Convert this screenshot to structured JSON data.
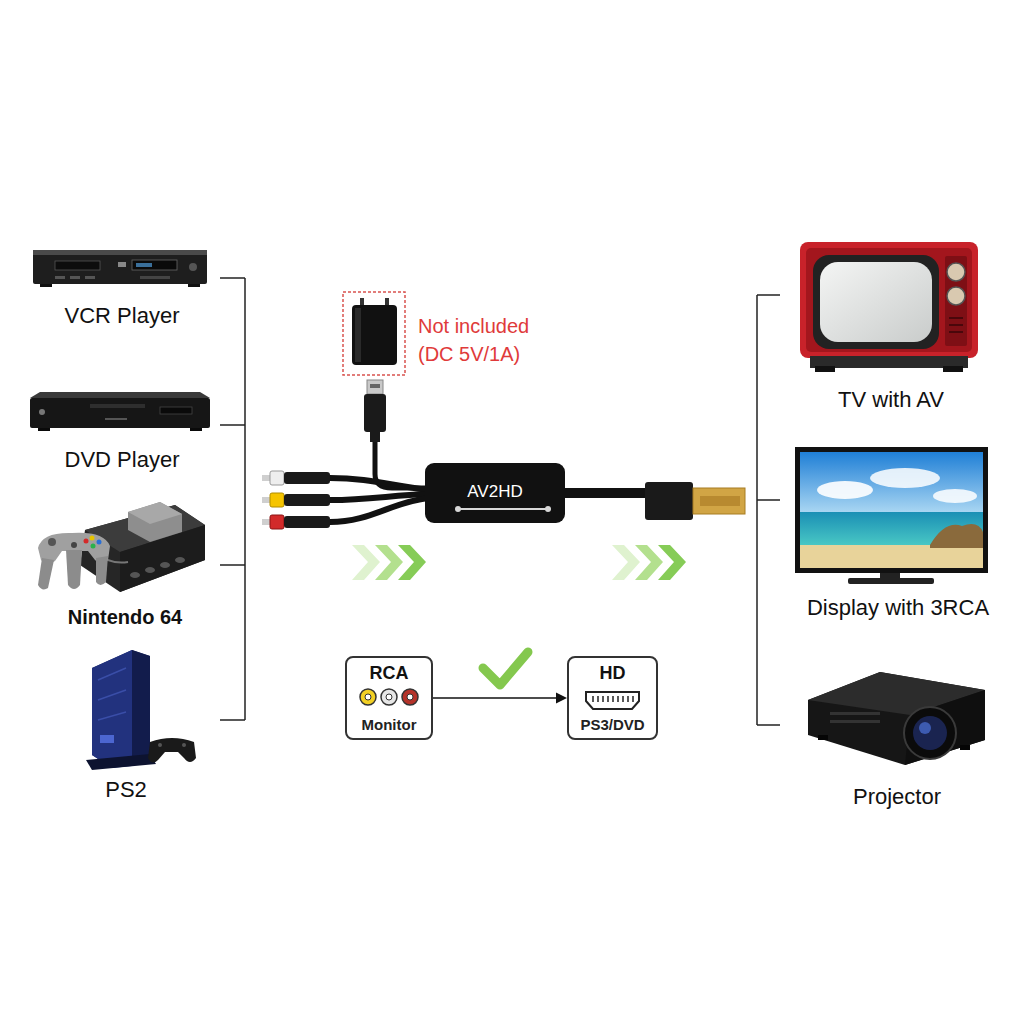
{
  "diagram": {
    "nodes": [
      {
        "text": [
          "AV2HD"
        ]
      },
      {
        "text": [
          "RCA",
          "Monitor"
        ]
      },
      {
        "text": [
          "HD",
          "PS3/DVD"
        ]
      }
    ],
    "edges": [
      {
        "from": 1,
        "to": 2,
        "arrow": "to"
      }
    ],
    "labels": [
      "VCR Player",
      "DVD Player",
      "Nintendo 64",
      "PS2",
      "Not included",
      "(DC 5V/1A)",
      "TV with AV",
      "Display with 3RCA",
      "Projector"
    ]
  }
}
